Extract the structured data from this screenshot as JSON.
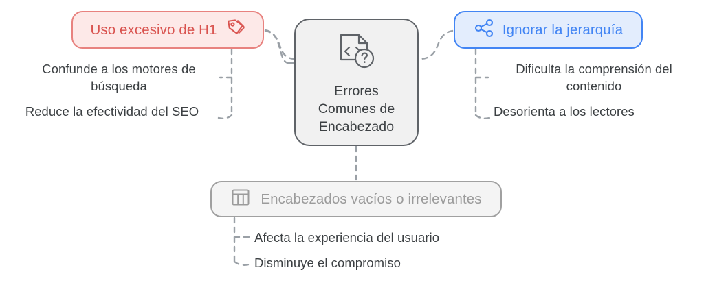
{
  "diagram": {
    "type": "mind-map",
    "title": "Errores Comunes de Encabezado",
    "background_color": "#ffffff",
    "connector_color": "#9aa0a6",
    "connector_style": "dashed"
  },
  "center": {
    "title_line1": "Errores",
    "title_line2": "Comunes de",
    "title_line3": "Encabezado",
    "icon": "document-code-question-icon",
    "border_color": "#5f6368",
    "fill_color": "#f1f1f1",
    "text_color": "#3c4043"
  },
  "branches": [
    {
      "id": "uso-excesivo-h1",
      "position": "left",
      "label": "Uso excesivo de H1",
      "icon": "tag-icon",
      "accent_color": "#d9534f",
      "border_color": "#e8827f",
      "fill_color": "#fde9e8",
      "children": [
        "Confunde a los motores de búsqueda",
        "Reduce la efectividad del SEO"
      ]
    },
    {
      "id": "ignorar-la-jerarquia",
      "position": "right",
      "label": "Ignorar la jerarquía",
      "icon": "share-nodes-icon",
      "accent_color": "#4285f4",
      "border_color": "#4285f4",
      "fill_color": "#e3edfd",
      "children": [
        "Dificulta la comprensión del contenido",
        "Desorienta a los lectores"
      ]
    },
    {
      "id": "encabezados-vacios",
      "position": "bottom",
      "label": "Encabezados vacíos o irrelevantes",
      "icon": "table-columns-icon",
      "accent_color": "#9b9b9b",
      "border_color": "#a0a0a0",
      "fill_color": "#f4f4f4",
      "children": [
        "Afecta la experiencia del usuario",
        "Disminuye el compromiso"
      ]
    }
  ]
}
